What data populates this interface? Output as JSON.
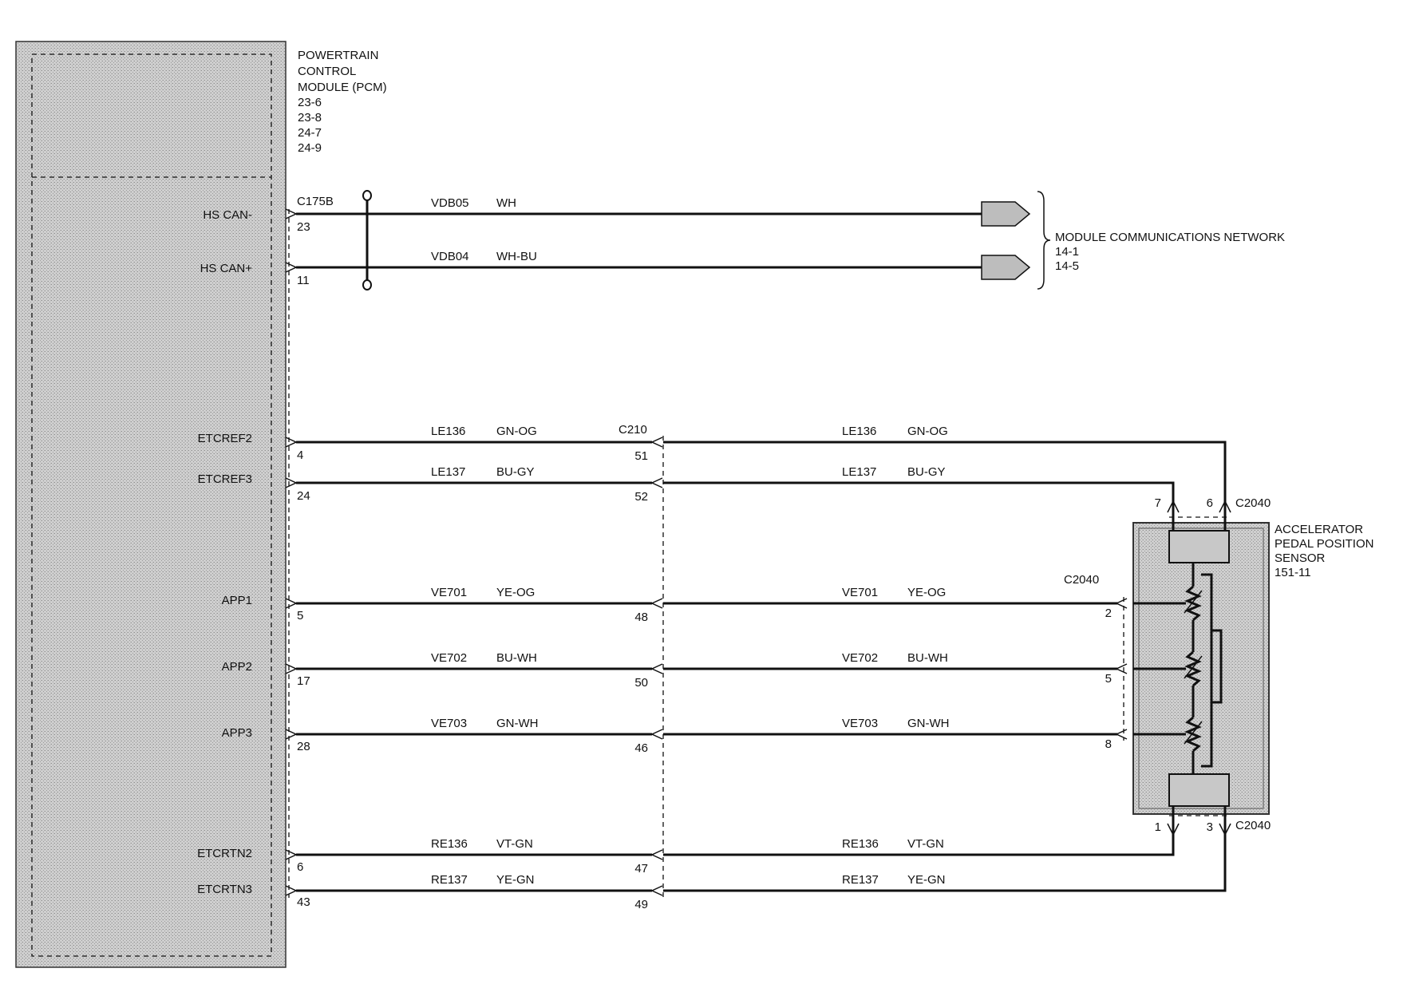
{
  "pcm": {
    "title_lines": [
      "POWERTRAIN",
      "CONTROL",
      "MODULE (PCM)",
      "23-6",
      "23-8",
      "24-7",
      "24-9"
    ],
    "connector": "C175B",
    "pins": [
      {
        "signal": "HS CAN-",
        "pin": "23"
      },
      {
        "signal": "HS CAN+",
        "pin": "11"
      },
      {
        "signal": "ETCREF2",
        "pin": "4"
      },
      {
        "signal": "ETCREF3",
        "pin": "24"
      },
      {
        "signal": "APP1",
        "pin": "5"
      },
      {
        "signal": "APP2",
        "pin": "17"
      },
      {
        "signal": "APP3",
        "pin": "28"
      },
      {
        "signal": "ETCRTN2",
        "pin": "6"
      },
      {
        "signal": "ETCRTN3",
        "pin": "43"
      }
    ]
  },
  "network": {
    "title": "MODULE COMMUNICATIONS NETWORK",
    "refs": [
      "14-1",
      "14-5"
    ],
    "wires": [
      {
        "circuit": "VDB05",
        "color": "WH"
      },
      {
        "circuit": "VDB04",
        "color": "WH-BU"
      }
    ]
  },
  "inline_connector": {
    "name": "C210",
    "pins": [
      "51",
      "52",
      "48",
      "50",
      "46",
      "47",
      "49"
    ]
  },
  "sensor_wires": [
    {
      "circuit": "LE136",
      "color": "GN-OG"
    },
    {
      "circuit": "LE137",
      "color": "BU-GY"
    },
    {
      "circuit": "VE701",
      "color": "YE-OG"
    },
    {
      "circuit": "VE702",
      "color": "BU-WH"
    },
    {
      "circuit": "VE703",
      "color": "GN-WH"
    },
    {
      "circuit": "RE136",
      "color": "VT-GN"
    },
    {
      "circuit": "RE137",
      "color": "YE-GN"
    }
  ],
  "sensor": {
    "title_lines": [
      "ACCELERATOR",
      "PEDAL POSITION",
      "SENSOR",
      "151-11"
    ],
    "connector": "C2040",
    "pins": {
      "etcref2": "6",
      "etcref3": "7",
      "app1": "2",
      "app2": "5",
      "app3": "8",
      "etcrtn2": "1",
      "etcrtn3": "3"
    }
  }
}
